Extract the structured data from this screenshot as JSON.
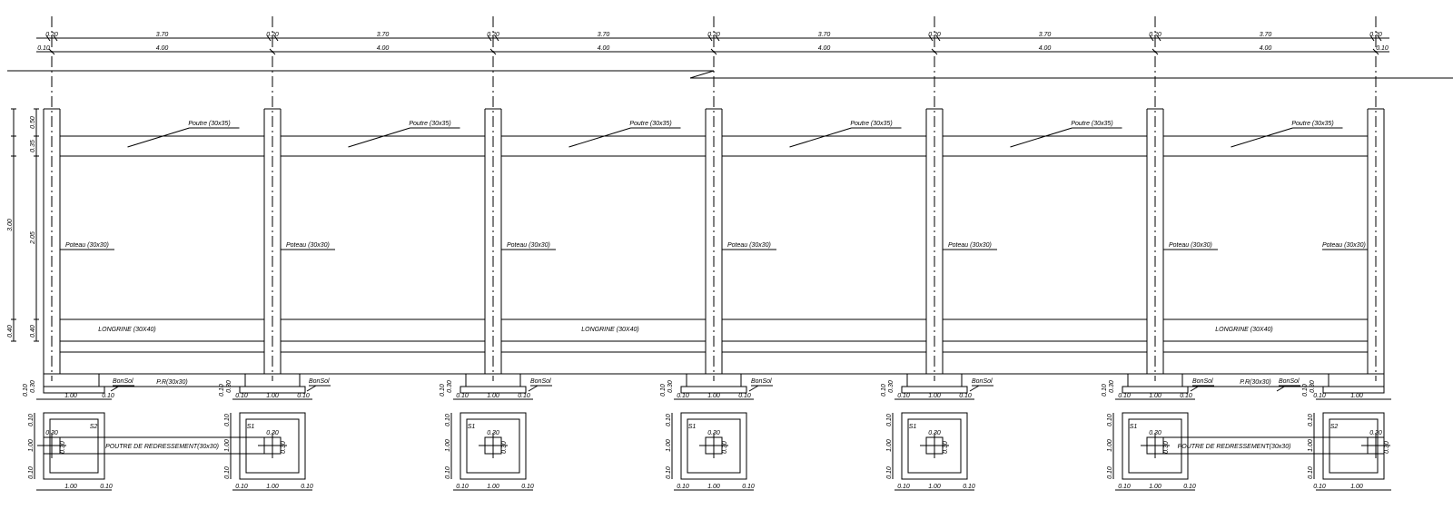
{
  "top_dims": {
    "row1": {
      "column": "0.20",
      "span": "3.70"
    },
    "row2": {
      "edge": "0.10",
      "span": "4.00"
    }
  },
  "beam_label": "Poutre (30x35)",
  "column_label": "Poteau (30x30)",
  "longrine_label": "LONGRINE (30X40)",
  "pr_label": "P.R(30x30)",
  "bonsol_label": "BonSol",
  "redressement_label": "POUTRE DE REDRESSEMENT(30x30)",
  "vertical_dims": {
    "total": "3.00",
    "top": "0.50",
    "beam": "0.35",
    "wall": "2.05",
    "base1": "0.40",
    "base2": "0.40"
  },
  "footing": {
    "slab_overhang": "0.10",
    "width": "1.00",
    "heights": {
      "slab": "0.10",
      "pedestal": "0.30"
    },
    "column_size": "0.30",
    "types": {
      "edge": "S2",
      "interior": "S1"
    }
  }
}
